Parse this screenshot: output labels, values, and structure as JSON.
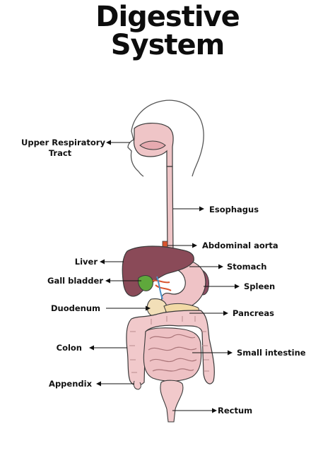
{
  "title": {
    "line1": "Digestive",
    "line2": "System"
  },
  "labels": {
    "upper_respiratory": "Upper Respiratory",
    "upper_respiratory_2": "Tract",
    "esophagus": "Esophagus",
    "abdominal_aorta": "Abdominal aorta",
    "liver": "Liver",
    "stomach": "Stomach",
    "gall_bladder": "Gall bladder",
    "spleen": "Spleen",
    "duodenum": "Duodenum",
    "pancreas": "Pancreas",
    "colon": "Colon",
    "small_intestine": "Small intestine",
    "appendix": "Appendix",
    "rectum": "Rectum"
  },
  "colors": {
    "liver": "#8a4a58",
    "stomach": "#efc3c6",
    "intestine": "#f1c9cb",
    "esophagus": "#efc5c7",
    "outline": "#3a3a3a",
    "gallbladder": "#5fa83c",
    "spleen": "#8e4f63",
    "aorta": "#d9542e",
    "pancreas": "#f2d9a6"
  }
}
